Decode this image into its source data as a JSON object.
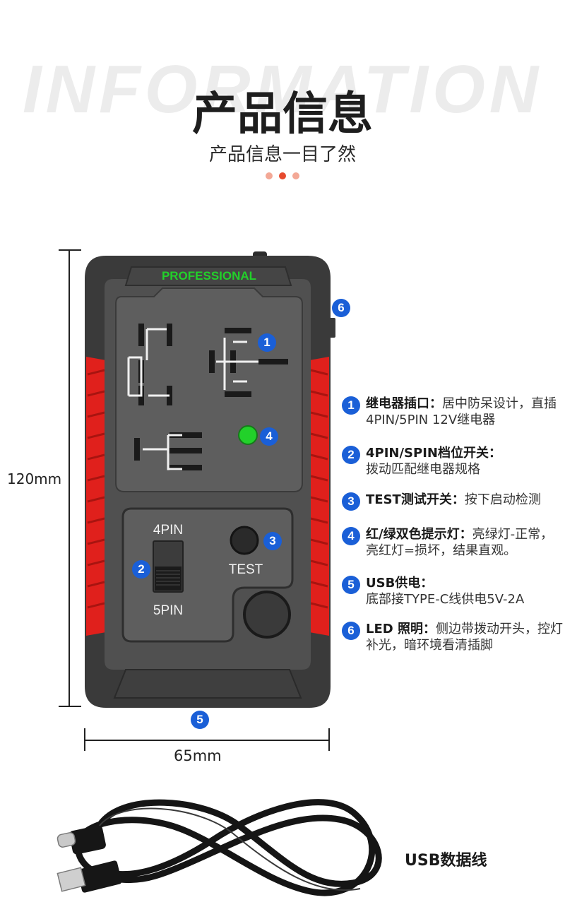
{
  "header": {
    "watermark": "INFORMATION",
    "title": "产品信息",
    "subtitle": "产品信息一目了然"
  },
  "colors": {
    "accent_blue": "#1a5fd7",
    "housing_red": "#e0201c",
    "housing_gray": "#4a4a4a",
    "led_green": "#22d12a",
    "brand_green": "#22d12a",
    "dot_light": "#f3a896",
    "dot_dark": "#e64a2e"
  },
  "device": {
    "brand": "PROFESSIONAL",
    "switch_top_label": "4PIN",
    "switch_bottom_label": "5PIN",
    "test_label": "TEST"
  },
  "dimensions": {
    "height_label": "120mm",
    "width_label": "65mm"
  },
  "callouts": [
    "1",
    "2",
    "3",
    "4",
    "5",
    "6"
  ],
  "specs": [
    {
      "num": "1",
      "title": "继电器插口：",
      "desc": "居中防呆设计，直插4PIN/5PIN 12V继电器"
    },
    {
      "num": "2",
      "title": "4PIN/SPIN档位开关：",
      "desc": "拨动匹配继电器规格"
    },
    {
      "num": "3",
      "title": "TEST测试开关：",
      "desc": "按下启动检测"
    },
    {
      "num": "4",
      "title": "红/绿双色提示灯：",
      "desc": "亮绿灯-正常，亮红灯=损坏，结果直观。"
    },
    {
      "num": "5",
      "title": "USB供电：",
      "desc": "底部接TYPE-C线供电5V-2A"
    },
    {
      "num": "6",
      "title": "LED 照明：",
      "desc": "侧边带拨动开头，控灯补光，暗环境看清插脚"
    }
  ],
  "usb_cable_label": "USB数据线"
}
